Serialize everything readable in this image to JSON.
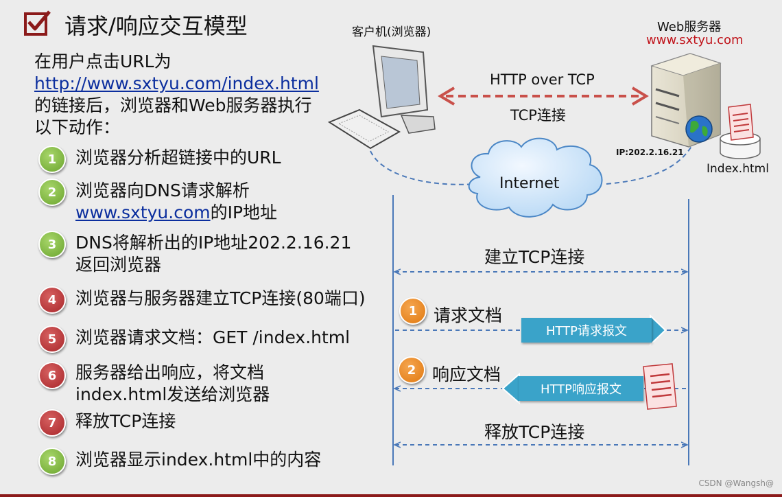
{
  "title": "请求/响应交互模型",
  "intro": {
    "line1": "在用户点击URL为",
    "url": "http://www.sxtyu.com/index.html",
    "line3": "的链接后，浏览器和Web服务器执行",
    "line4": "以下动作："
  },
  "steps": [
    {
      "num": "1",
      "text": "浏览器分析超链接中的URL"
    },
    {
      "num": "2",
      "text": "浏览器向DNS请求解析",
      "text_link": "www.sxtyu.com",
      "text_after": "的IP地址"
    },
    {
      "num": "3",
      "text": "DNS将解析出的IP地址202.2.16.21",
      "text2": "返回浏览器"
    },
    {
      "num": "4",
      "text": "浏览器与服务器建立TCP连接(80端口)"
    },
    {
      "num": "5",
      "text": "浏览器请求文档：GET /index.html"
    },
    {
      "num": "6",
      "text": "服务器给出响应，将文档",
      "text2": "index.html发送给浏览器"
    },
    {
      "num": "7",
      "text": "释放TCP连接"
    },
    {
      "num": "8",
      "text": "浏览器显示index.html中的内容"
    }
  ],
  "diagram": {
    "client_label": "客户机(浏览器)",
    "server_label": "Web服务器",
    "server_domain": "www.sxtyu.com",
    "http_over_tcp": "HTTP over TCP",
    "tcp_conn": "TCP连接",
    "internet": "Internet",
    "ip_label": "IP:202.2.16.21",
    "file_label": "Index.html",
    "establish": "建立TCP连接",
    "request_num": "1",
    "request_label": "请求文档",
    "request_msg": "HTTP请求报文",
    "response_num": "2",
    "response_label": "响应文档",
    "response_msg": "HTTP响应报文",
    "release": "释放TCP连接"
  },
  "watermark": "CSDN @Wangsh@",
  "colors": {
    "accent_red": "#8b1a1a",
    "link_blue": "#0b2e9e",
    "line_blue": "#4a78b8",
    "msg_box": "#3aa3c9",
    "server_text_red": "#c0141b",
    "dashed_red": "#c9504a"
  }
}
